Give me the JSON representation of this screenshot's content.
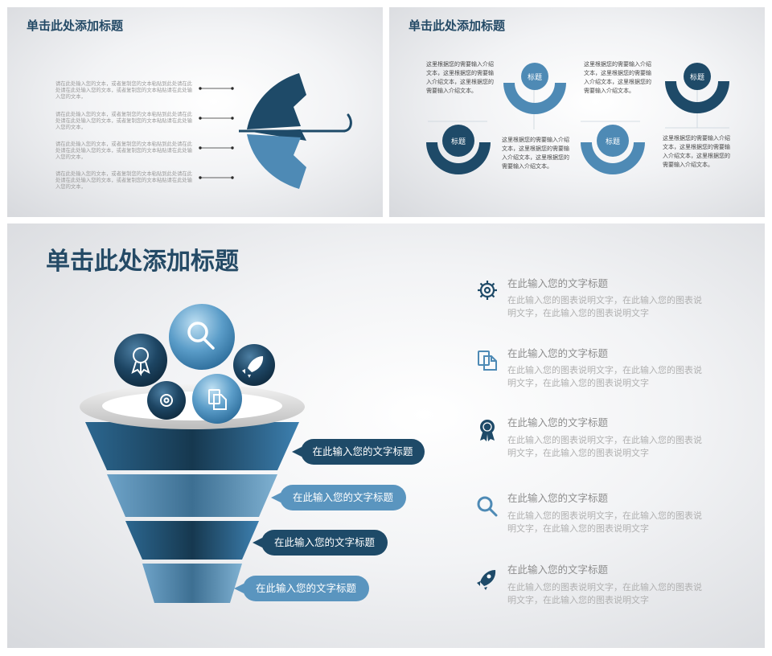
{
  "colors": {
    "dark": "#1e4a68",
    "mid": "#3a78a6",
    "light": "#5a95bf",
    "text": "#9b9b9b"
  },
  "slide1": {
    "title": "单击此处添加标题",
    "paragraphs": [
      "请在此处输入您的文本，或者复制您的文本粘贴到此处请在此处请在此处输入您的文本，或者复制您的文本粘贴请在此处输入您的文本，",
      "请在此处输入您的文本，或者复制您的文本粘贴到此处请在此处请在此处输入您的文本，或者复制您的文本粘贴请在此处输入您的文本，",
      "请在此处输入您的文本，或者复制您的文本粘贴到此处请在此处请在此处输入您的文本，或者复制您的文本粘贴请在此处输入您的文本，",
      "请在此处输入您的文本，或者复制您的文本粘贴到此处请在此处请在此处输入您的文本，或者复制您的文本粘贴请在此处输入您的文本，"
    ]
  },
  "slide2": {
    "title": "单击此处添加标题",
    "labels": [
      "标题",
      "标题",
      "标题",
      "标题"
    ],
    "texts": [
      "这里根据您的需要输入介绍文本，这里根据您的需要输入介绍文本，这里根据您的需要输入介绍文本。",
      "这里根据您的需要输入介绍文本，这里根据您的需要输入介绍文本，这里根据您的需要输入介绍文本。",
      "这里根据您的需要输入介绍文本，这里根据您的需要输入介绍文本，这里根据您的需要输入介绍文本。",
      "这里根据您的需要输入介绍文本，这里根据您的需要输入介绍文本，这里根据您的需要输入介绍文本。"
    ]
  },
  "slide3": {
    "title": "单击此处添加标题",
    "pills": [
      "在此输入您的文字标题",
      "在此输入您的文字标题",
      "在此输入您的文字标题",
      "在此输入您的文字标题"
    ],
    "features": [
      {
        "icon": "gear-icon",
        "title": "在此输入您的文字标题",
        "desc": "在此输入您的图表说明文字，在此输入您的图表说明文字，在此输入您的图表说明文字"
      },
      {
        "icon": "documents-icon",
        "title": "在此输入您的文字标题",
        "desc": "在此输入您的图表说明文字，在此输入您的图表说明文字，在此输入您的图表说明文字"
      },
      {
        "icon": "award-ribbon-icon",
        "title": "在此输入您的文字标题",
        "desc": "在此输入您的图表说明文字，在此输入您的图表说明文字，在此输入您的图表说明文字"
      },
      {
        "icon": "magnifier-icon",
        "title": "在此输入您的文字标题",
        "desc": "在此输入您的图表说明文字，在此输入您的图表说明文字，在此输入您的图表说明文字"
      },
      {
        "icon": "rocket-icon",
        "title": "在此输入您的文字标题",
        "desc": "在此输入您的图表说明文字，在此输入您的图表说明文字，在此输入您的图表说明文字"
      }
    ]
  }
}
